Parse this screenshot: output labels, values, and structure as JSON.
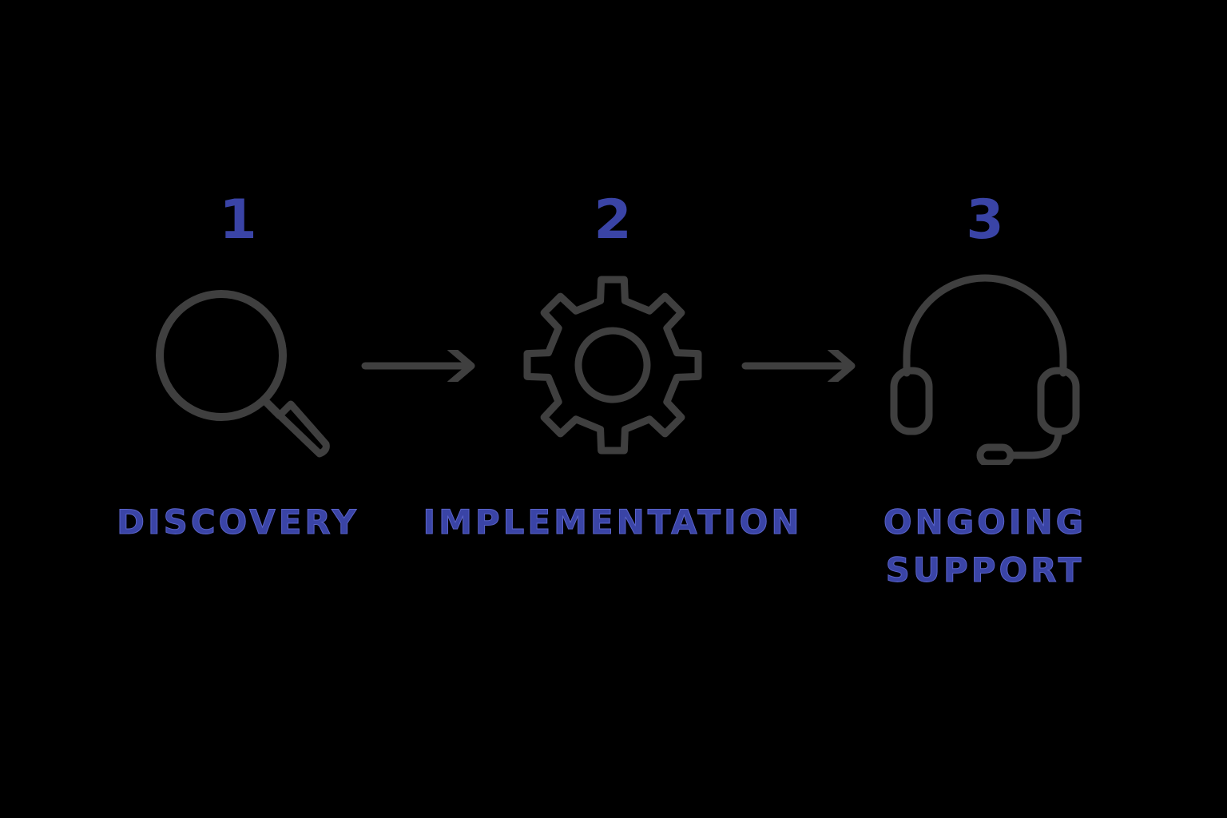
{
  "steps": [
    {
      "number": "1",
      "icon": "magnifying-glass-icon",
      "label_lines": [
        "DISCOVERY"
      ]
    },
    {
      "number": "2",
      "icon": "gear-icon",
      "label_lines": [
        "IMPLEMENTATION"
      ]
    },
    {
      "number": "3",
      "icon": "headset-icon",
      "label_lines": [
        "ONGOING",
        "SUPPORT"
      ]
    }
  ],
  "connectors": [
    "arrow-right-icon",
    "arrow-right-icon"
  ],
  "colors": {
    "background": "#000000",
    "text_accent": "#3a44a6",
    "icon_stroke": "#3f3f3f"
  }
}
